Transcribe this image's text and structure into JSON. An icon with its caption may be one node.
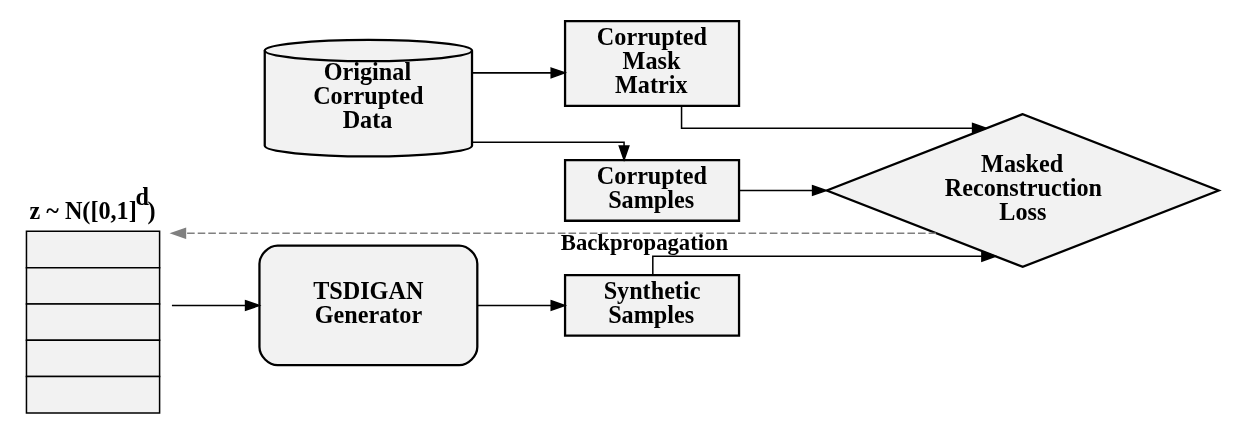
{
  "diagram": {
    "nodes": [
      {
        "text": [
          "Original Corrupted Data"
        ]
      },
      {
        "text": [
          "Corrupted Mask Matrix"
        ]
      },
      {
        "text": [
          "Corrupted Samples"
        ]
      },
      {
        "text": [
          "z ~ N([0,1]$^{d}$)"
        ]
      },
      {
        "text": [
          "TSDIGAN Generator"
        ]
      },
      {
        "text": [
          "Synthetic Samples"
        ]
      },
      {
        "text": [
          "Masked Reconstruction Loss"
        ]
      }
    ],
    "edges": [
      {
        "from": 0,
        "to": 1,
        "arrow": "to"
      },
      {
        "from": 0,
        "to": 2,
        "arrow": "to"
      },
      {
        "from": 1,
        "to": 6,
        "arrow": "to"
      },
      {
        "from": 2,
        "to": 6,
        "arrow": "to"
      },
      {
        "from": 3,
        "to": 4,
        "arrow": "to"
      },
      {
        "from": 4,
        "to": 5,
        "arrow": "to"
      },
      {
        "from": 5,
        "to": 6,
        "arrow": "to"
      },
      {
        "from": 6,
        "to": 3,
        "arrow": "to",
        "label": "Backpropagation",
        "style": "dashed",
        "color": "#808080"
      }
    ]
  }
}
